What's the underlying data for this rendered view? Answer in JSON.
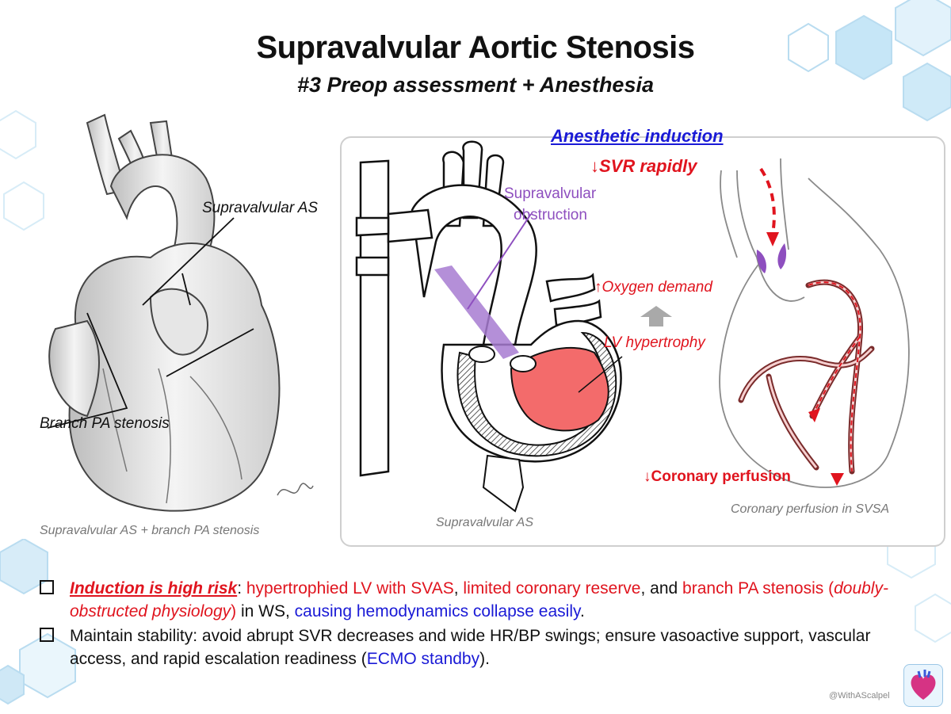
{
  "title": "Supravalvular Aortic Stenosis",
  "subtitle": "#3 Preop assessment + Anesthesia",
  "left_figure": {
    "label_svas": "Supravalvular AS",
    "label_pa": "Branch PA stenosis",
    "caption": "Supravalvular AS + branch PA stenosis"
  },
  "panel": {
    "induction_title": "Anesthetic induction",
    "svr": "↓SVR rapidly",
    "obstruction_line1": "Supravalvular",
    "obstruction_line2": "obstruction",
    "oxygen": "↑Oxygen demand",
    "lvh": "LV hypertrophy",
    "coronary": "↓Coronary perfusion",
    "caption_heart": "Supravalvular AS",
    "caption_coronary": "Coronary perfusion in SVSA"
  },
  "bullets": {
    "b1_highlight": "Induction is high risk",
    "b1_colon": ": ",
    "b1_p1": "hypertrophied LV with SVAS",
    "b1_c1": ", ",
    "b1_p2": "limited coronary reserve",
    "b1_c2": ", and ",
    "b1_p3": "branch PA stenosis (",
    "b1_p3i": "doubly-obstructed physiology",
    "b1_p3e": ")",
    "b1_c3": " in WS, ",
    "b1_p4": "causing hemodynamics collapse easily",
    "b1_end": ".",
    "b2_p1": "Maintain stability: avoid abrupt SVR decreases and wide HR/BP swings; ensure vasoactive support, vascular access, and rapid escalation readiness (",
    "b2_blue": "ECMO standby",
    "b2_end": ")."
  },
  "handle": "@WithAScalpel",
  "colors": {
    "red": "#e0141e",
    "blue": "#1a1ad6",
    "purple": "#8e4fbf",
    "lv_fill": "#f36b6b"
  }
}
